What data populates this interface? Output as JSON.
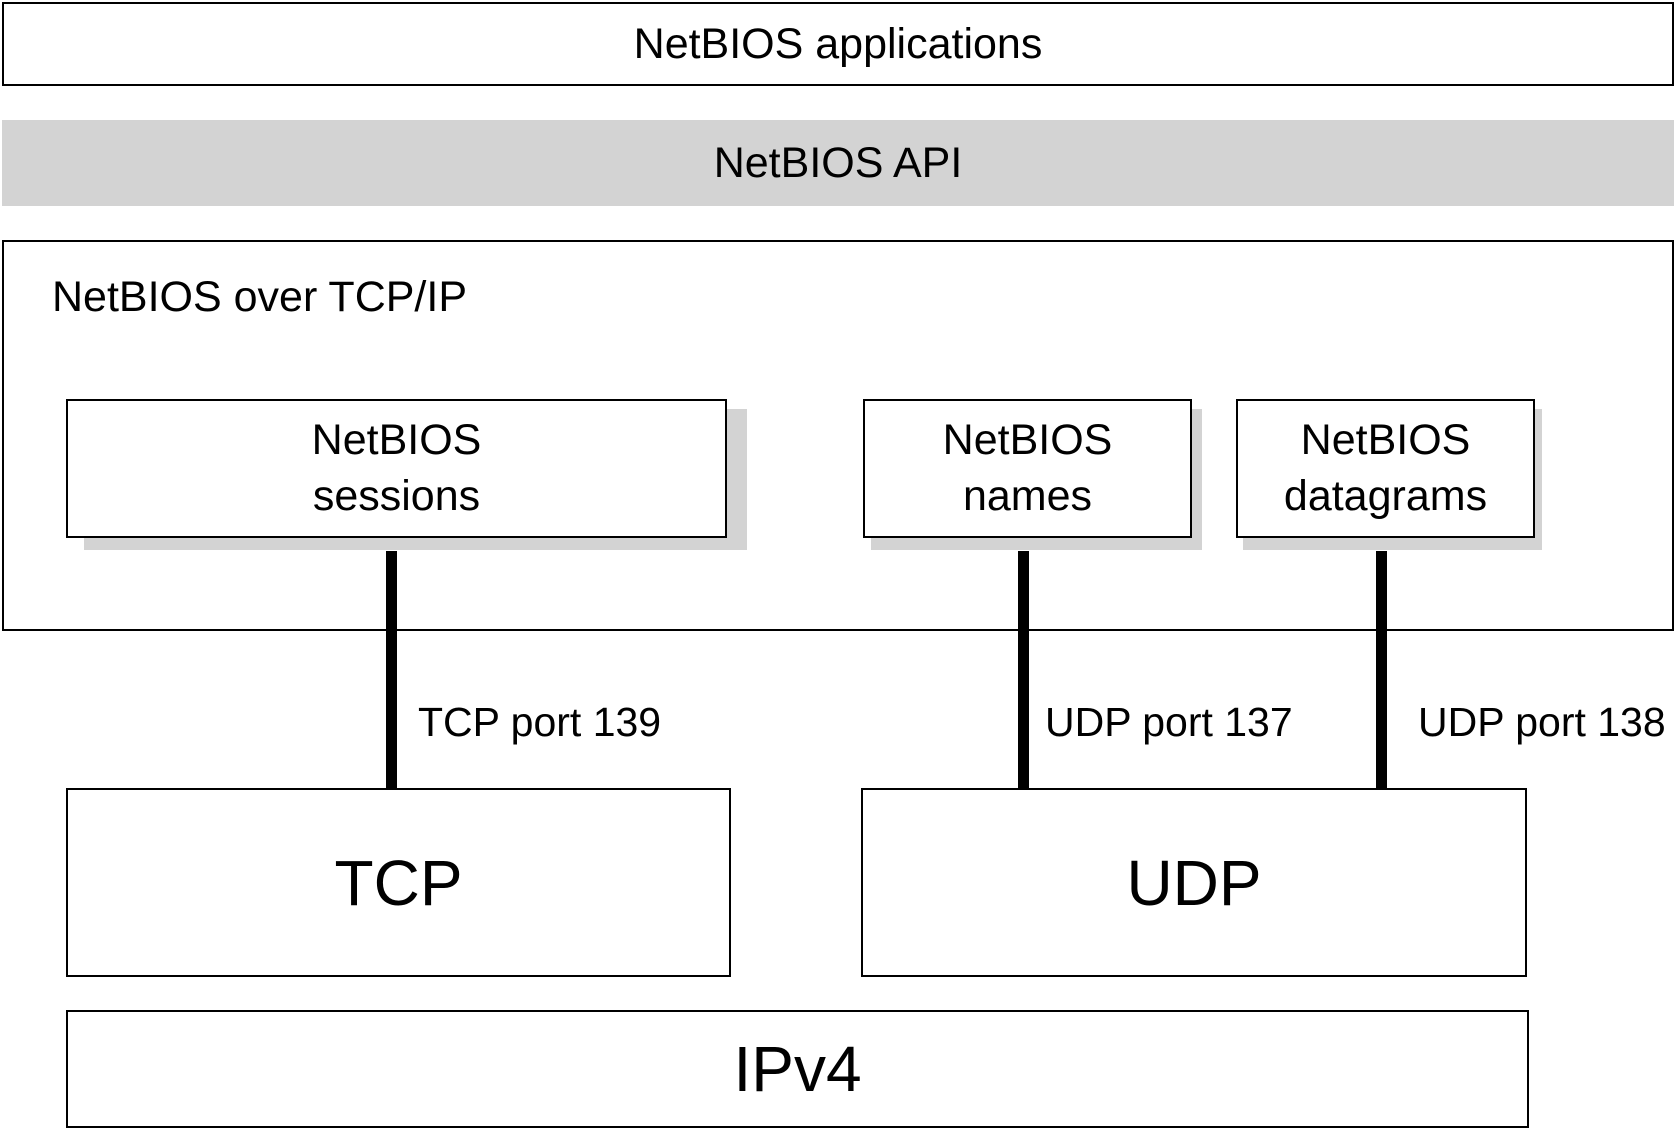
{
  "applications_label": "NetBIOS applications",
  "api_label": "NetBIOS API",
  "netbt": {
    "title": "NetBIOS over TCP/IP",
    "sessions": {
      "line1": "NetBIOS",
      "line2": "sessions"
    },
    "names": {
      "line1": "NetBIOS",
      "line2": "names"
    },
    "datagrams": {
      "line1": "NetBIOS",
      "line2": "datagrams"
    }
  },
  "ports": {
    "tcp_139": "TCP port 139",
    "udp_137": "UDP port 137",
    "udp_138": "UDP port 138"
  },
  "transport": {
    "tcp": "TCP",
    "udp": "UDP"
  },
  "network": {
    "ipv4": "IPv4"
  },
  "colors": {
    "line": "#000000",
    "shadow": "#d3d3d3",
    "api_fill": "#d3d3d3"
  }
}
